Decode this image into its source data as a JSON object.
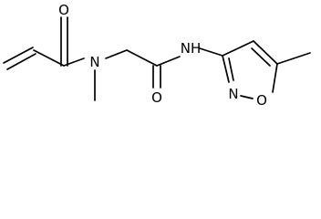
{
  "diagram": {
    "type": "chemical-structure",
    "atoms": [
      {
        "id": "o1",
        "symbol": "O"
      },
      {
        "id": "n1",
        "symbol": "N"
      },
      {
        "id": "o2",
        "symbol": "O"
      },
      {
        "id": "nh",
        "symbol": "NH"
      },
      {
        "id": "n2",
        "symbol": "N"
      },
      {
        "id": "o3",
        "symbol": "O"
      }
    ],
    "colors": {
      "bond": "#000000",
      "label": "#000000",
      "background": "#ffffff"
    }
  }
}
